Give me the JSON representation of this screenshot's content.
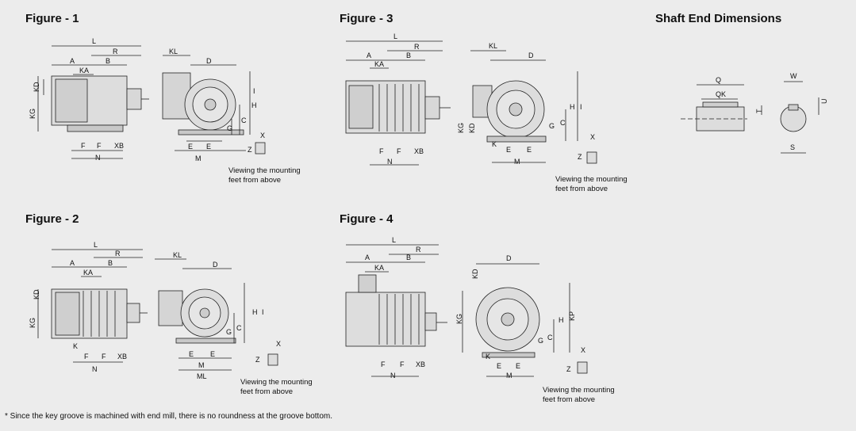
{
  "figures": [
    {
      "title": "Figure - 1"
    },
    {
      "title": "Figure - 2"
    },
    {
      "title": "Figure - 3"
    },
    {
      "title": "Figure - 4"
    }
  ],
  "shaft_title": "Shaft End Dimensions",
  "mounting_note_line1": "Viewing the mounting",
  "mounting_note_line2": "feet from above",
  "footnote": "* Since the key groove is machined with end mill, there is no roundness at the groove bottom.",
  "dims": {
    "L": "L",
    "R": "R",
    "A": "A",
    "B": "B",
    "KA": "KA",
    "KD": "KD",
    "KG": "KG",
    "KL": "KL",
    "D": "D",
    "H": "H",
    "I": "I",
    "C": "C",
    "G": "G",
    "F": "F",
    "N": "N",
    "XB": "XB",
    "E": "E",
    "M": "M",
    "ML": "ML",
    "K": "K",
    "X": "X",
    "Z": "Z",
    "KP": "KP",
    "Q": "Q",
    "QK": "QK",
    "W": "W",
    "U": "U",
    "T": "T",
    "S": "S"
  }
}
